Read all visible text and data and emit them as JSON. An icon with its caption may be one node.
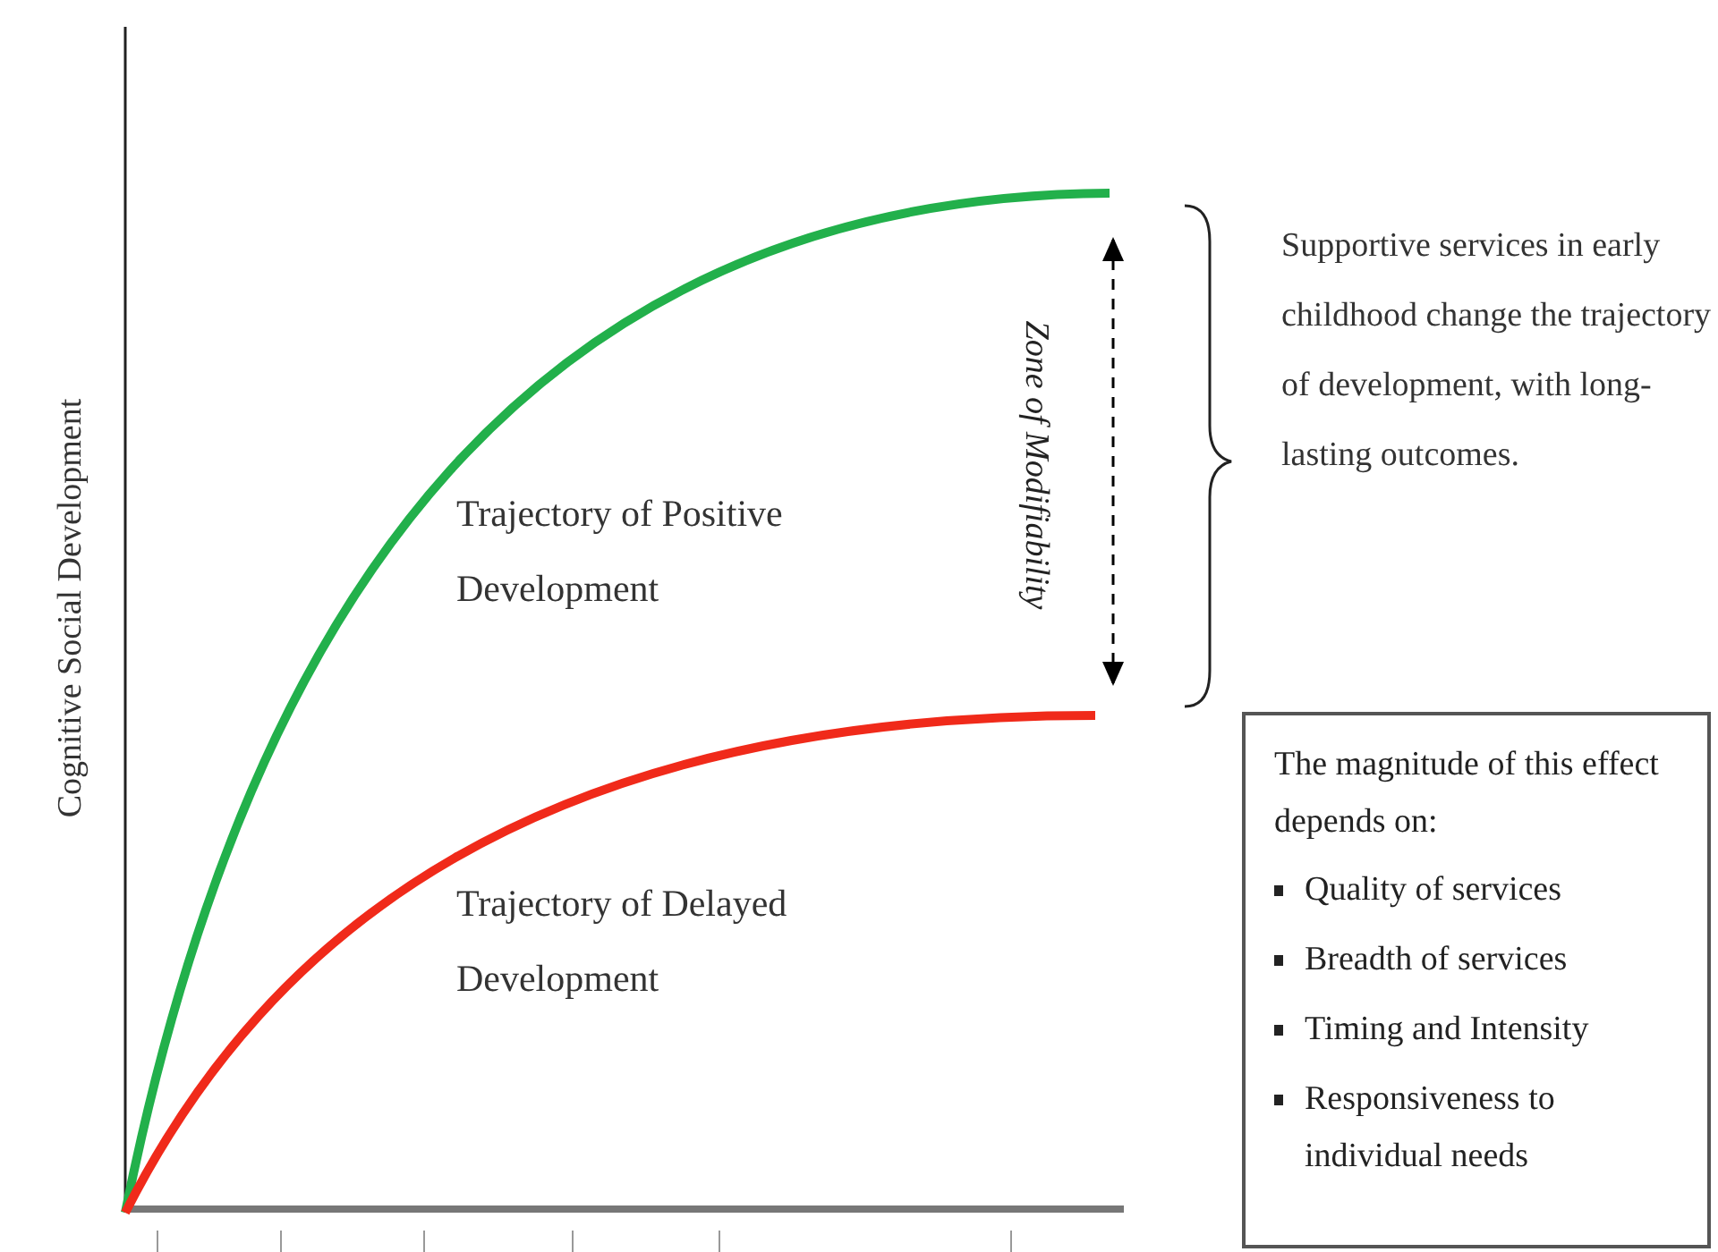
{
  "diagram": {
    "nodes": [
      {
        "text": [
          "The magnitude of this effect depends on:",
          "Quality of services",
          "Breadth of services",
          "Timing and Intensity",
          "Responsiveness to individual needs"
        ]
      }
    ],
    "labels": [
      "Cognitive Social Development",
      "Trajectory of Positive Development",
      "Zone of Modifiability",
      "Supportive services in early childhood change the trajectory of development, with long-lasting outcomes.",
      "Trajectory of Delayed Development"
    ]
  }
}
